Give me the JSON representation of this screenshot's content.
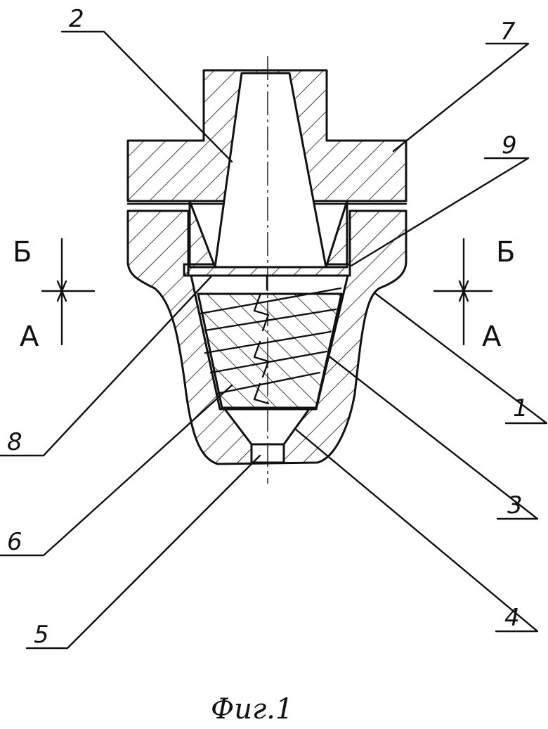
{
  "labels": {
    "l1": "1",
    "l2": "2",
    "l3": "3",
    "l4": "4",
    "l5": "5",
    "l6": "6",
    "l7": "7",
    "l8": "8",
    "l9": "9"
  },
  "section_marks": {
    "b_left": "Б",
    "a_left": "А",
    "b_right": "Б",
    "a_right": "А"
  },
  "caption": "Фиг.1",
  "colors": {
    "ink": "#111111",
    "paper": "#ffffff"
  }
}
